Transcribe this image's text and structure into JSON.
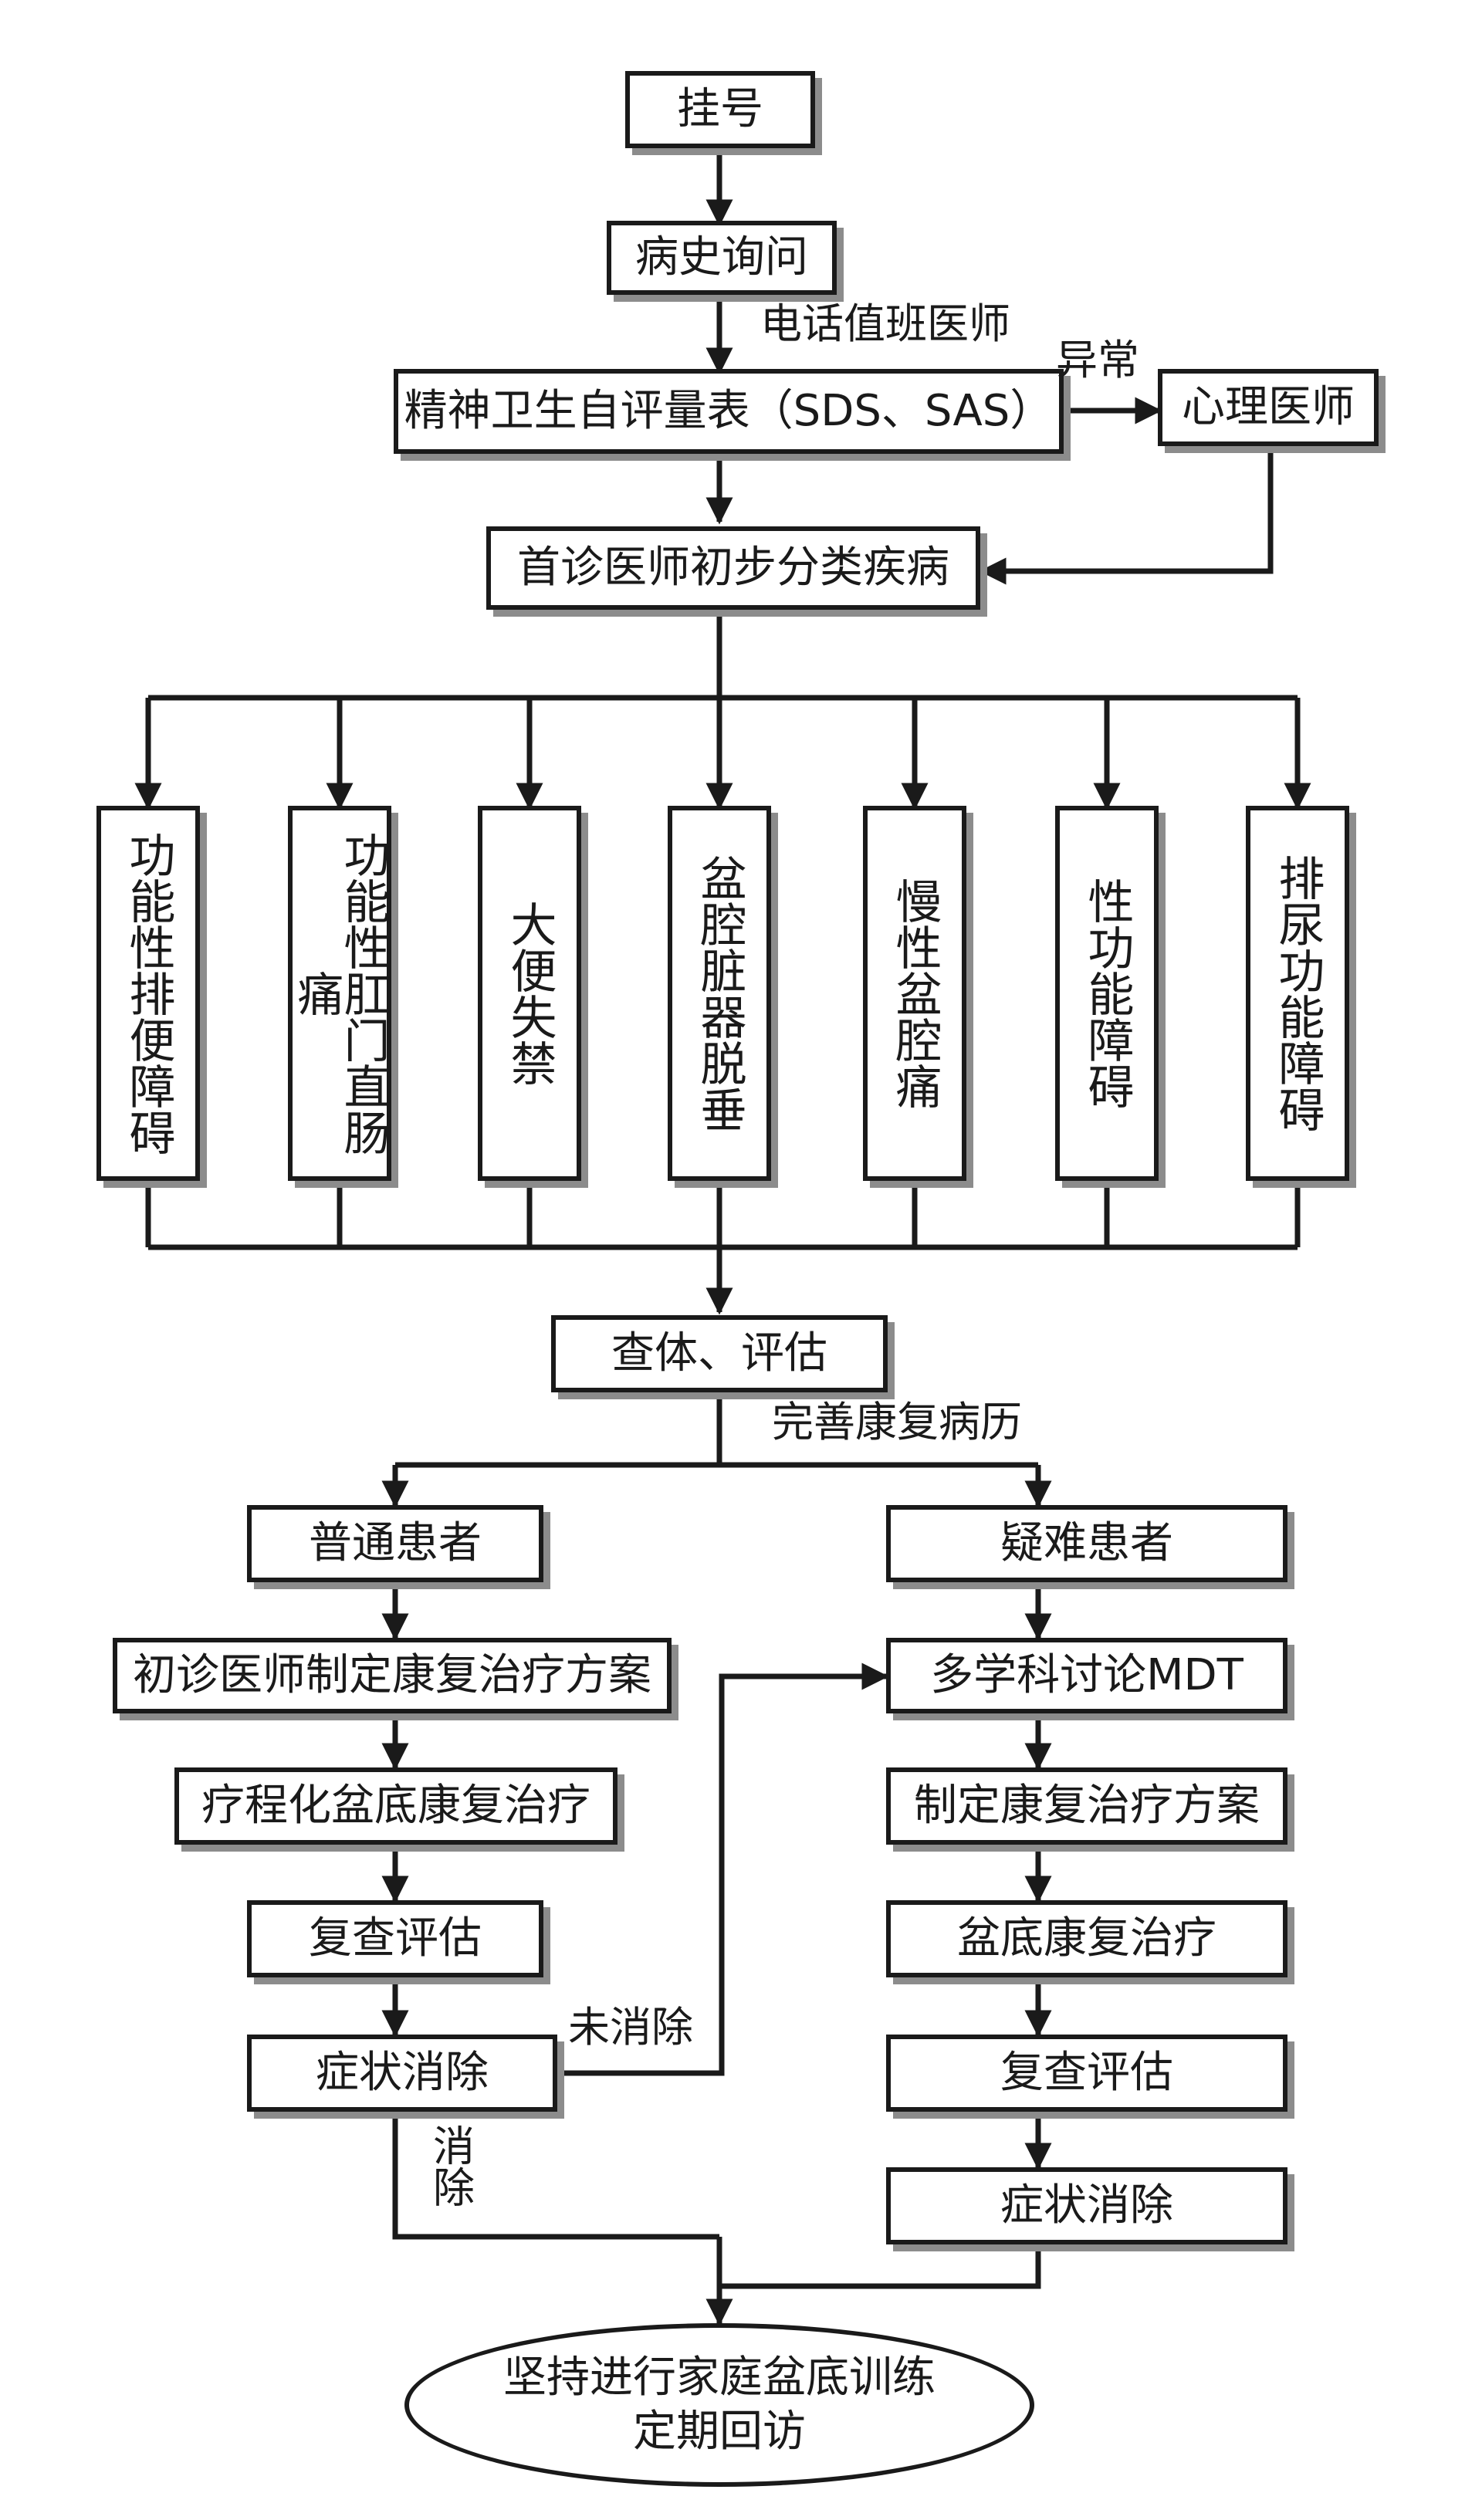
{
  "nodes": {
    "registration": "挂号",
    "history": "病史询问",
    "self_assessment": "精神卫生自评量表（SDS、SAS）",
    "psychologist": "心理医师",
    "initial_classification": "首诊医师初步分类疾病",
    "categories": [
      "功能性排便障碍",
      "功能性肛门直肠痛",
      "大便失禁",
      "盆腔脏器脱垂",
      "慢性盆腔痛",
      "性功能障碍",
      "排尿功能障碍"
    ],
    "exam": "查体、评估",
    "common_patient": "普通患者",
    "difficult_patient": "疑难患者",
    "left_steps": [
      "初诊医师制定康复治疗方案",
      "疗程化盆底康复治疗",
      "复查评估",
      "症状消除"
    ],
    "right_steps": [
      "多学科讨论MDT",
      "制定康复治疗方案",
      "盆底康复治疗",
      "复查评估",
      "症状消除"
    ],
    "final_line1": "坚持进行家庭盆底训练",
    "final_line2": "定期回访"
  },
  "edge_labels": {
    "on_call_doctor": "电话值班医师",
    "abnormal": "异常",
    "complete_records": "完善康复病历",
    "not_resolved": "未消除",
    "resolved": "消除"
  }
}
